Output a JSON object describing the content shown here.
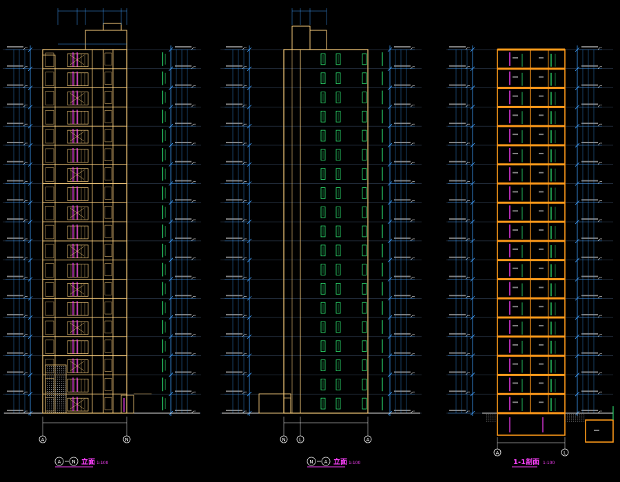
{
  "drawing": {
    "views": [
      {
        "id": "elev-a-n",
        "title_from": "A",
        "title_to": "N",
        "title_text": "立面",
        "scale": "1:100",
        "axes": [
          "A",
          "N"
        ]
      },
      {
        "id": "elev-n-a",
        "title_from": "N",
        "title_to": "A",
        "title_text": "立面",
        "scale": "1:100",
        "axes": [
          "N",
          "L",
          "A"
        ]
      },
      {
        "id": "section-1-1",
        "title_text": "1-1剖面",
        "scale": "1:100",
        "axes": [
          "A",
          "L"
        ]
      }
    ],
    "floor_count": 19,
    "colors": {
      "background": "#000000",
      "outline": "#ffd27f",
      "dimension": "#3fa0ff",
      "window": "#2bd46a",
      "accent": "#ff40ff",
      "section_slab": "#ff9a1a",
      "text": "#e8e8e8"
    }
  }
}
